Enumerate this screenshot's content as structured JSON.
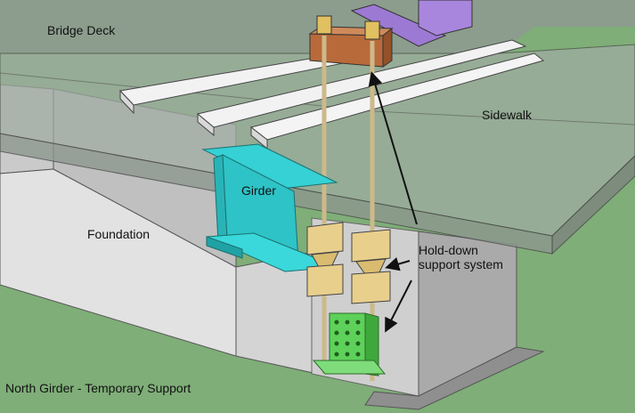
{
  "labels": {
    "bridge_deck": "Bridge Deck",
    "sidewalk": "Sidewalk",
    "girder": "Girder",
    "foundation": "Foundation",
    "hold_down_line1": "Hold-down",
    "hold_down_line2": "support system",
    "caption": "North Girder - Temporary Support"
  },
  "colors": {
    "ground": "#7fae78",
    "deck": "#9aa89c",
    "girder": "#2bc6c9",
    "beam_brown": "#b4693c",
    "jack_purple": "#a17fd6",
    "wood": "#e8cf8c",
    "plate_green": "#5ed15a",
    "foundation_wall": "#d9d9d9"
  }
}
